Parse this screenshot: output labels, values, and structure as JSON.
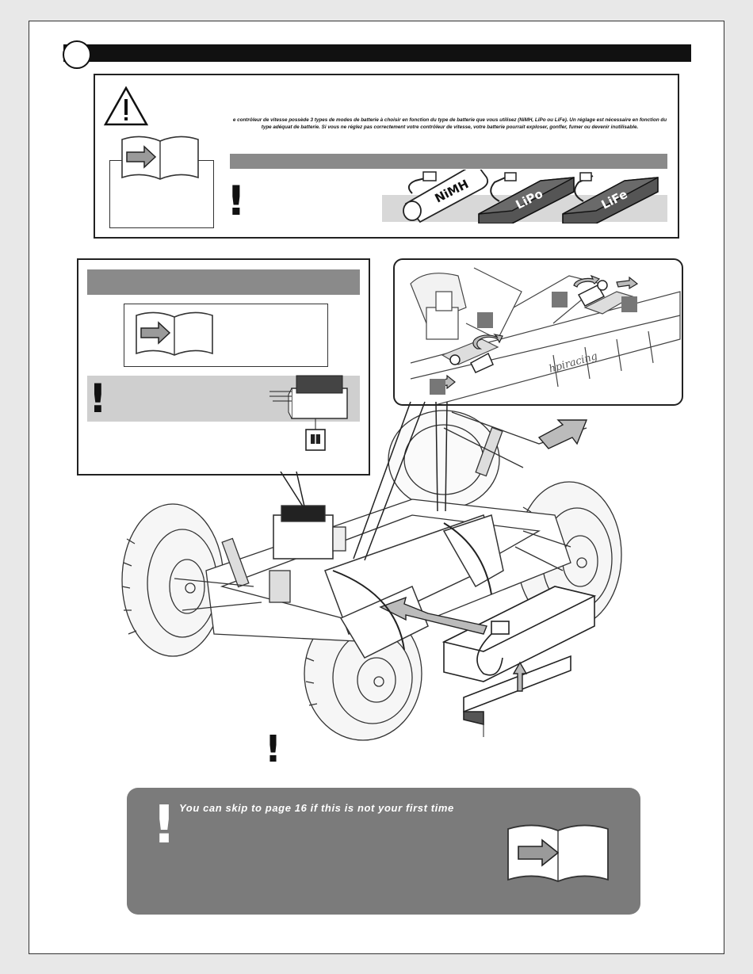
{
  "warning": {
    "french_text": "e contrôleur de vitesse possède 3 types de modes de batterie à choisir en fonction du type de batterie que vous utilisez (NiMH, LiPo ou LiFe). Un réglage est nécessaire en fonction du type adéquat de batterie. Si vous ne réglez pas correctement votre contrôleur de vitesse, votre batterie pourrait exploser, gonfler, fumer ou devenir inutilisable."
  },
  "batteries": [
    {
      "label": "NiMH"
    },
    {
      "label": "LiPo"
    },
    {
      "label": "LiFe"
    }
  ],
  "inset": {
    "brand_mark": "hpiracing"
  },
  "note": {
    "text": "You can skip to page 16 if this is not your first time"
  },
  "colors": {
    "title_bar": "#111111",
    "gray_bar": "#8a8a8a",
    "note_bg": "#7b7b7b",
    "light_gray": "#d8d8d8"
  }
}
